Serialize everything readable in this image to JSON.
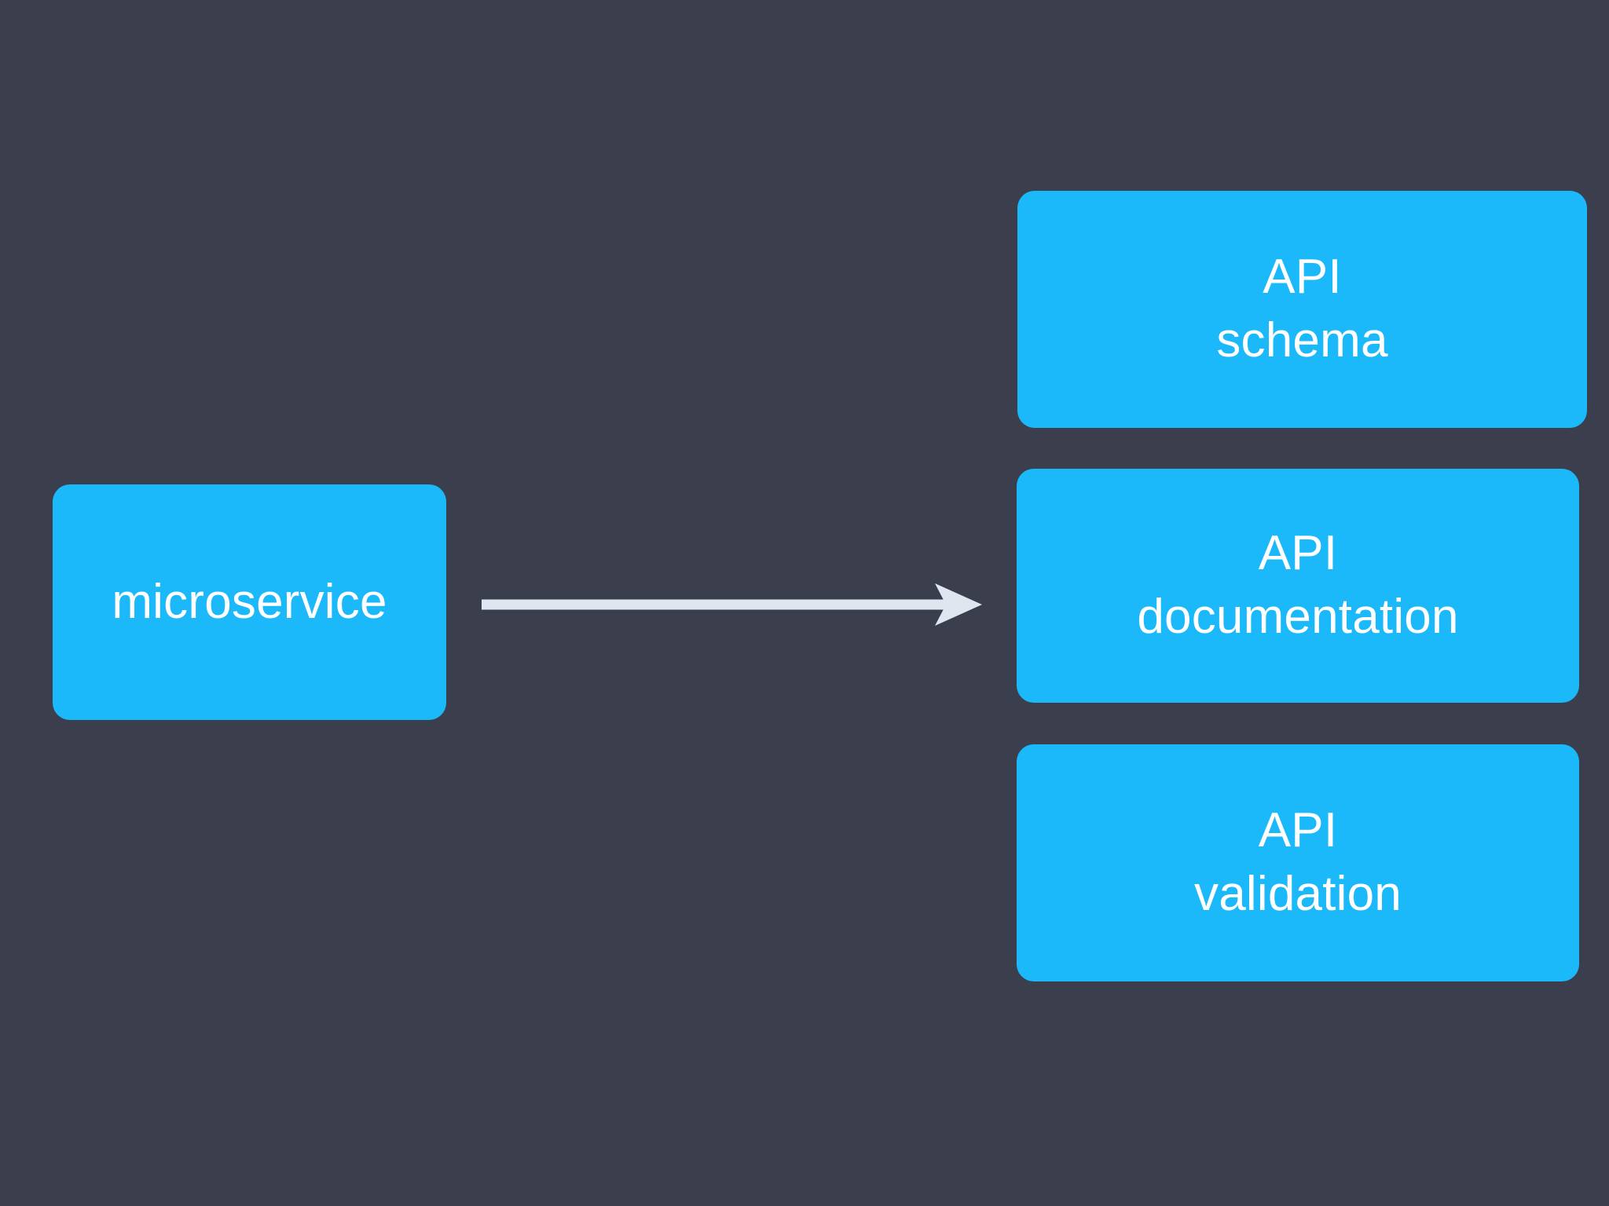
{
  "diagram": {
    "background_color": "#3a3e4d",
    "node_color": "#1cb9fa",
    "node_text_color": "#ffffff",
    "arrow_color": "#dfe6f0",
    "source_node": {
      "id": "microservice",
      "lines": [
        "microservice"
      ]
    },
    "target_nodes": [
      {
        "id": "api-schema",
        "lines": [
          "API",
          "schema"
        ]
      },
      {
        "id": "api-documentation",
        "lines": [
          "API",
          "documentation"
        ]
      },
      {
        "id": "api-validation",
        "lines": [
          "API",
          "validation"
        ]
      }
    ],
    "connectors": [
      {
        "id": "microservice-to-api-outputs",
        "from": "microservice",
        "to": "api-outputs",
        "style": "solid-arrow",
        "label": ""
      }
    ]
  }
}
